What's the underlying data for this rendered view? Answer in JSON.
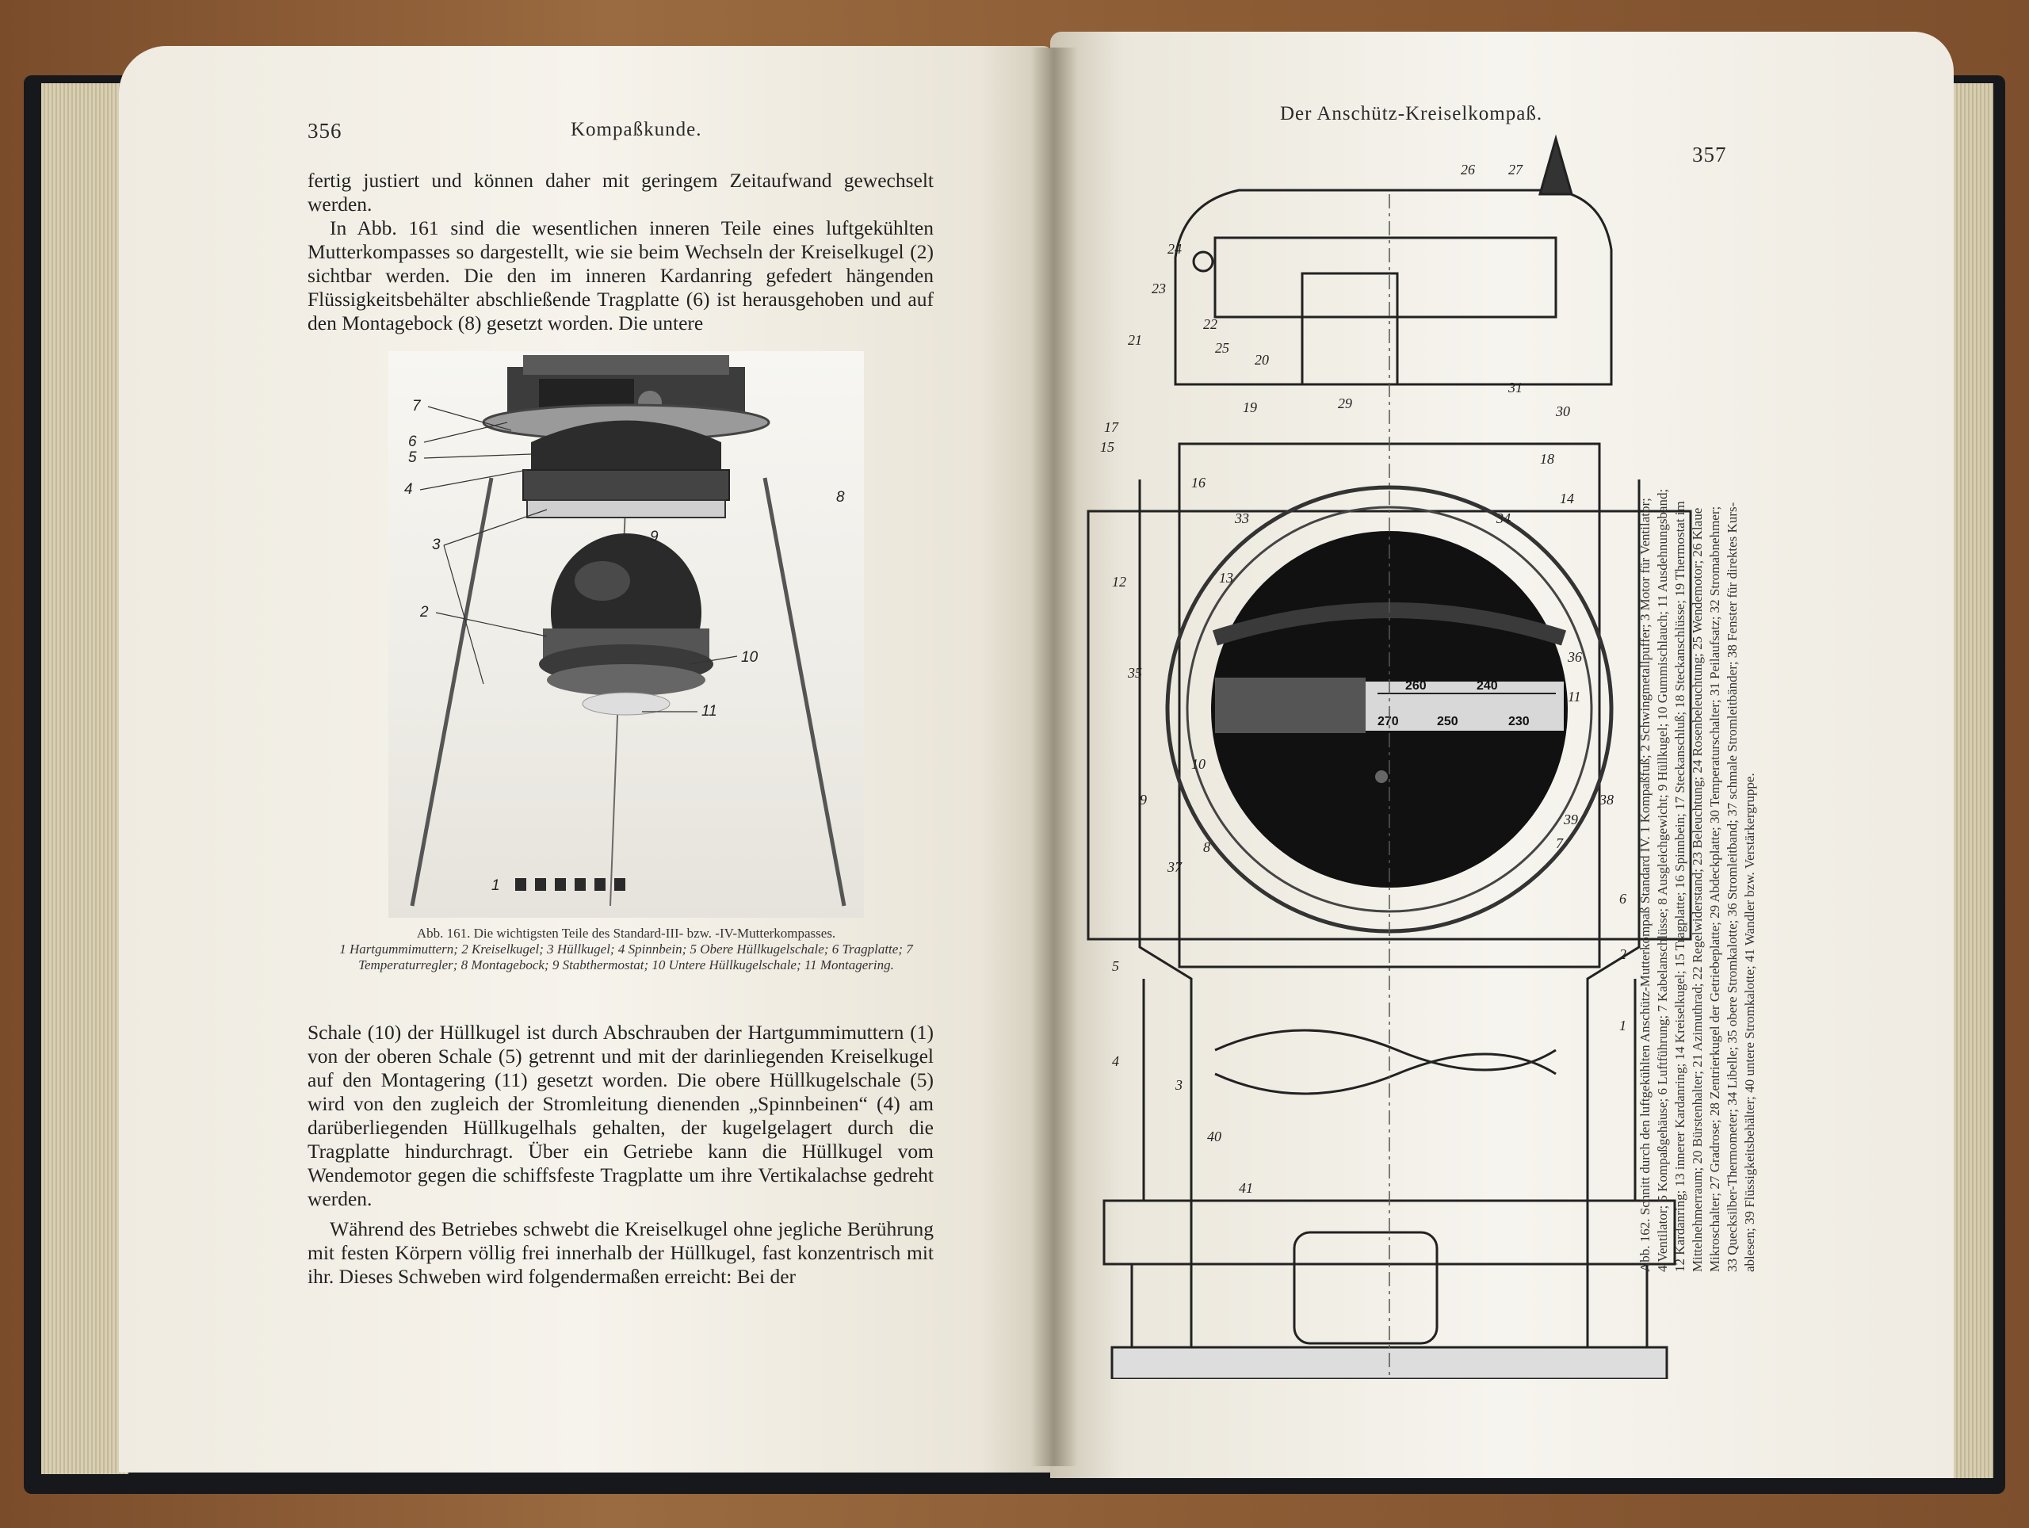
{
  "left_page": {
    "page_number": "356",
    "running_head": "Kompaßkunde.",
    "paragraphs": [
      "fertig justiert und können daher mit geringem Zeitaufwand gewechselt werden.",
      "In Abb. 161 sind die wesentlichen inneren Teile eines luftgekühlten Mutterkompasses so dargestellt, wie sie beim Wechseln der Kreiselkugel (2) sichtbar werden. Die den im inneren Kardanring gefedert hängenden Flüssigkeitsbehälter abschließende Tragplatte (6) ist herausgehoben und auf den Montagebock (8) gesetzt worden. Die untere",
      "Schale (10) der Hüllkugel ist durch Abschrauben der Hartgummimuttern (1) von der oberen Schale (5) getrennt und mit der darinliegenden Kreiselkugel auf den Montagering (11) gesetzt worden. Die obere Hüllkugelschale (5) wird von den zugleich der Stromleitung dienenden „Spinnbeinen“ (4) am darüberliegenden Hüllkugelhals gehalten, der kugelgelagert durch die Tragplatte hindurchragt. Über ein Getriebe kann die Hüllkugel vom Wendemotor gegen die schiffsfeste Tragplatte um ihre Vertikalachse gedreht werden.",
      "Während des Betriebes schwebt die Kreiselkugel ohne jegliche Berührung mit festen Körpern völlig frei innerhalb der Hüllkugel, fast konzentrisch mit ihr. Dieses Schweben wird folgendermaßen erreicht: Bei der"
    ],
    "figure": {
      "labels": [
        "7",
        "6",
        "5",
        "4",
        "8",
        "3",
        "9",
        "2",
        "10",
        "11",
        "1"
      ],
      "caption_title": "Abb. 161. Die wichtigsten Teile des Standard-III- bzw. -IV-Mutterkompasses.",
      "caption_legend": "1 Hartgummimuttern; 2 Kreiselkugel; 3 Hüllkugel; 4 Spinnbein; 5 Obere Hüllkugelschale; 6 Tragplatte; 7 Temperaturregler; 8 Montagebock; 9 Stabthermostat; 10 Untere Hüllkugelschale; 11 Montagering."
    }
  },
  "right_page": {
    "page_number": "357",
    "running_head": "Der Anschütz-Kreiselkompaß.",
    "scale_numbers": [
      "260",
      "240",
      "270",
      "250",
      "230"
    ],
    "diagram_labels": [
      "26",
      "27",
      "24",
      "23",
      "22",
      "25",
      "21",
      "20",
      "19",
      "29",
      "31",
      "30",
      "18",
      "17",
      "15",
      "16",
      "33",
      "34",
      "14",
      "13",
      "12",
      "35",
      "36",
      "11",
      "10",
      "9",
      "8",
      "37",
      "38",
      "39",
      "7",
      "6",
      "5",
      "4",
      "3",
      "40",
      "41",
      "2",
      "1"
    ],
    "caption_lines": [
      "Abb. 162. Schnitt durch den luftgekühlten Anschütz-Mutterkompaß Standard IV. 1 Kompaßfuß; 2 Schwingmetallpuffer; 3 Motor für Ventilator;",
      "4 Ventilator; 5 Kompaßgehäuse; 6 Luftführung; 7 Kabelanschlüsse; 8 Ausgleichgewicht; 9 Hüllkugel; 10 Gummischlauch; 11 Ausdehnungsband;",
      "12 Kardanring; 13 innerer Kardanring; 14 Kreiselkugel; 15 Tragplatte; 16 Spinnbein; 17 Steckanschluß; 18 Steckanschlüsse; 19 Thermostat im",
      "Mittelnehmerraum; 20 Bürstenhalter; 21 Azimuthrad; 22 Regelwiderstand; 23 Beleuchtung; 24 Rosenbeleuchtung; 25 Wendemotor; 26 Klaue",
      "Mikroschalter; 27 Gradrose; 28 Zentrierkugel der Getriebeplatte; 29 Abdeckplatte; 30 Temperaturschalter; 31 Peilaufsatz; 32 Stromabnehmer;",
      "33 Quecksilber-Thermometer; 34 Libelle; 35 obere Stromkalotte; 36 Stromleitband; 37 schmale Stromleitbänder; 38 Fenster für direktes Kurs-",
      "ablesen; 39 Flüssigkeitsbehälter; 40 untere Stromkalotte; 41 Wandler bzw. Verstärkergruppe."
    ]
  }
}
